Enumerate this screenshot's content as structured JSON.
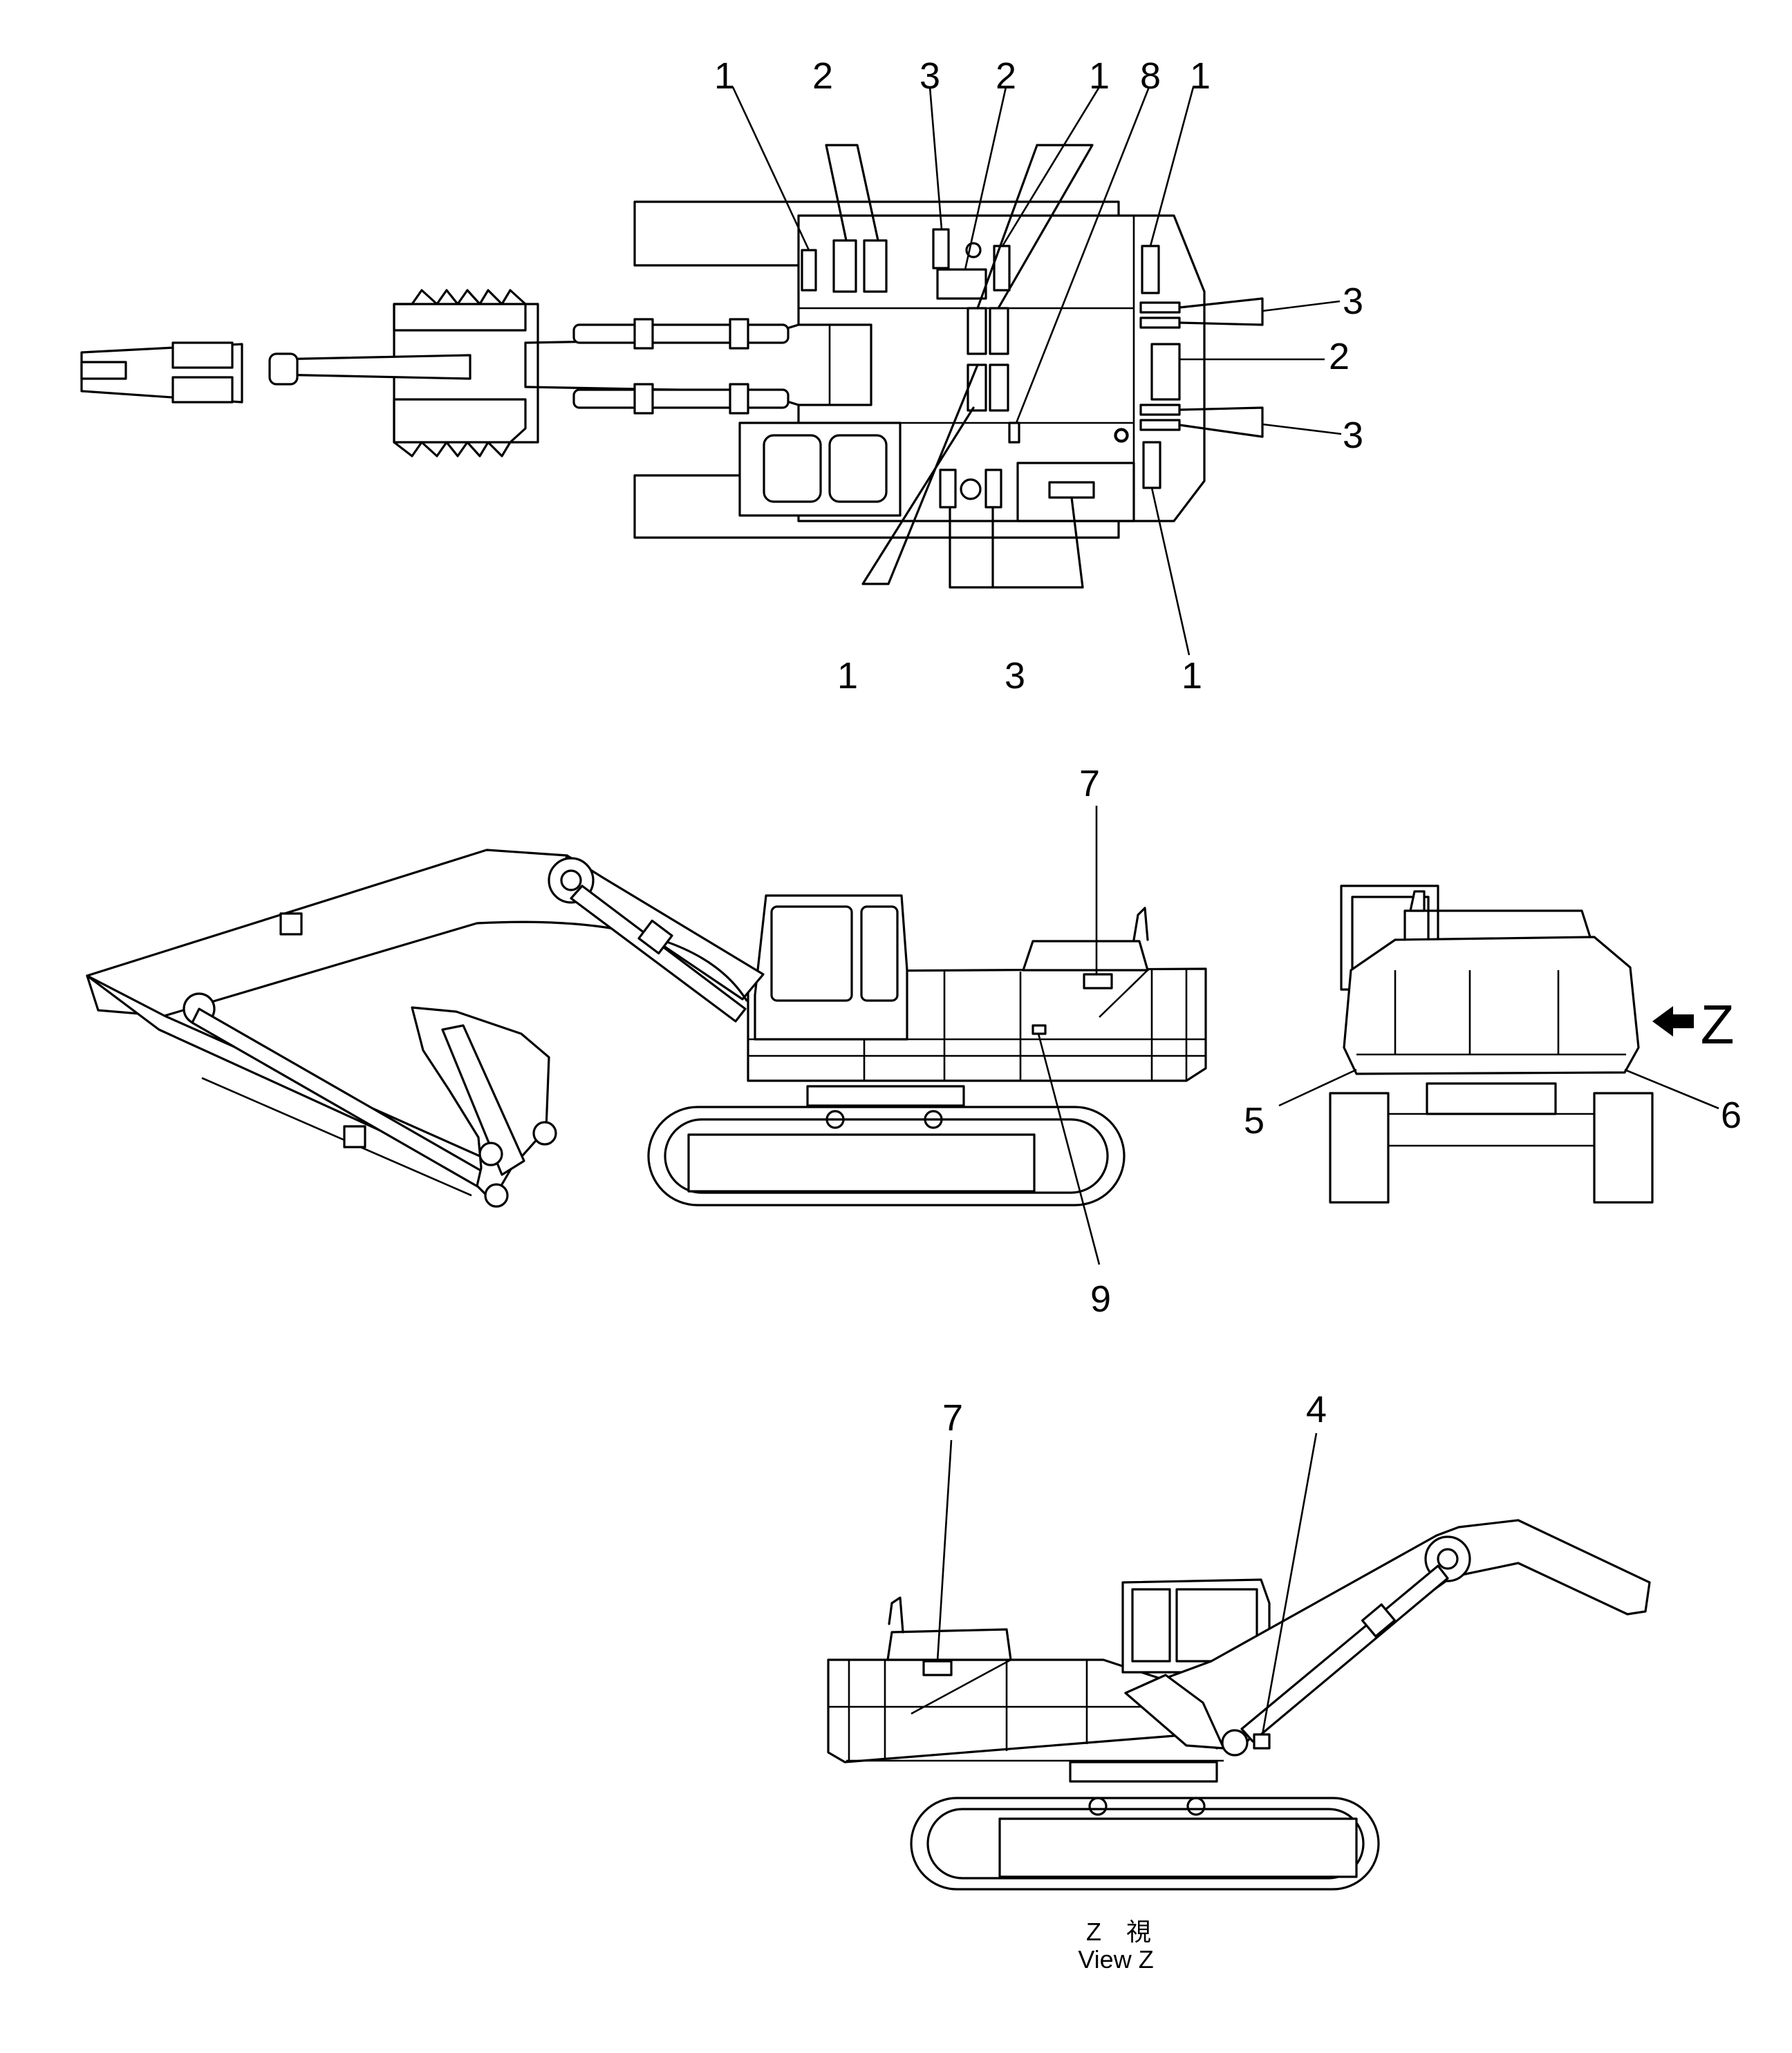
{
  "diagram": {
    "top_view": {
      "callouts": {
        "top": [
          "1",
          "2",
          "3",
          "2",
          "1",
          "8",
          "1"
        ],
        "right": [
          "3",
          "2",
          "3"
        ],
        "bottom": [
          "1",
          "3",
          "1"
        ]
      }
    },
    "side_view": {
      "callouts": {
        "upper": "7",
        "lower": "9"
      }
    },
    "rear_view": {
      "callouts": {
        "left": "5",
        "right": "6"
      },
      "view_marker": "Z"
    },
    "view_z": {
      "callouts": {
        "left": "7",
        "right": "4"
      },
      "caption_line1": "Z　視",
      "caption_line2": "View Z"
    }
  }
}
